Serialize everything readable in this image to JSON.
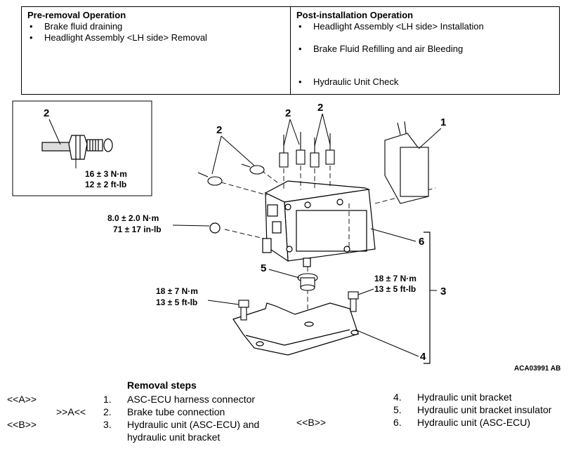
{
  "pre_removal": {
    "heading": "Pre-removal Operation",
    "items": [
      "Brake fluid draining",
      "Headlight Assembly <LH side> Removal"
    ]
  },
  "post_installation": {
    "heading": "Post-installation Operation",
    "items": [
      "Headlight Assembly <LH side> Installation",
      "Brake Fluid Refilling and air Bleeding",
      "Hydraulic Unit Check"
    ]
  },
  "diagram": {
    "callouts": [
      "1",
      "2",
      "2",
      "2",
      "2",
      "3",
      "4",
      "5",
      "6"
    ],
    "torque_inset": [
      "16 ± 3 N·m",
      "12 ± 2 ft-lb"
    ],
    "torque_nut": [
      "8.0 ± 2.0 N·m",
      "71 ± 17 in-lb"
    ],
    "torque_bolt_left": [
      "18 ± 7 N·m",
      "13 ± 5 ft-lb"
    ],
    "torque_bolt_right": [
      "18 ± 7 N·m",
      "13 ± 5 ft-lb"
    ],
    "figure_code": "ACA03991 AB"
  },
  "removal": {
    "heading": "Removal steps",
    "steps": [
      {
        "mark": "<<A>>",
        "num": "1.",
        "text": "ASC-ECU harness connector"
      },
      {
        "mark": ">>A<<",
        "num": "2.",
        "text": "Brake tube connection"
      },
      {
        "mark": "<<B>>",
        "num": "3.",
        "text": "Hydraulic unit (ASC-ECU) and",
        "text2": "hydraulic unit bracket"
      },
      {
        "mark": "",
        "num": "4.",
        "text": "Hydraulic unit bracket"
      },
      {
        "mark": "",
        "num": "5.",
        "text": "Hydraulic unit bracket insulator"
      },
      {
        "mark": "<<B>>",
        "num": "6.",
        "text": "Hydraulic unit (ASC-ECU)"
      }
    ]
  }
}
